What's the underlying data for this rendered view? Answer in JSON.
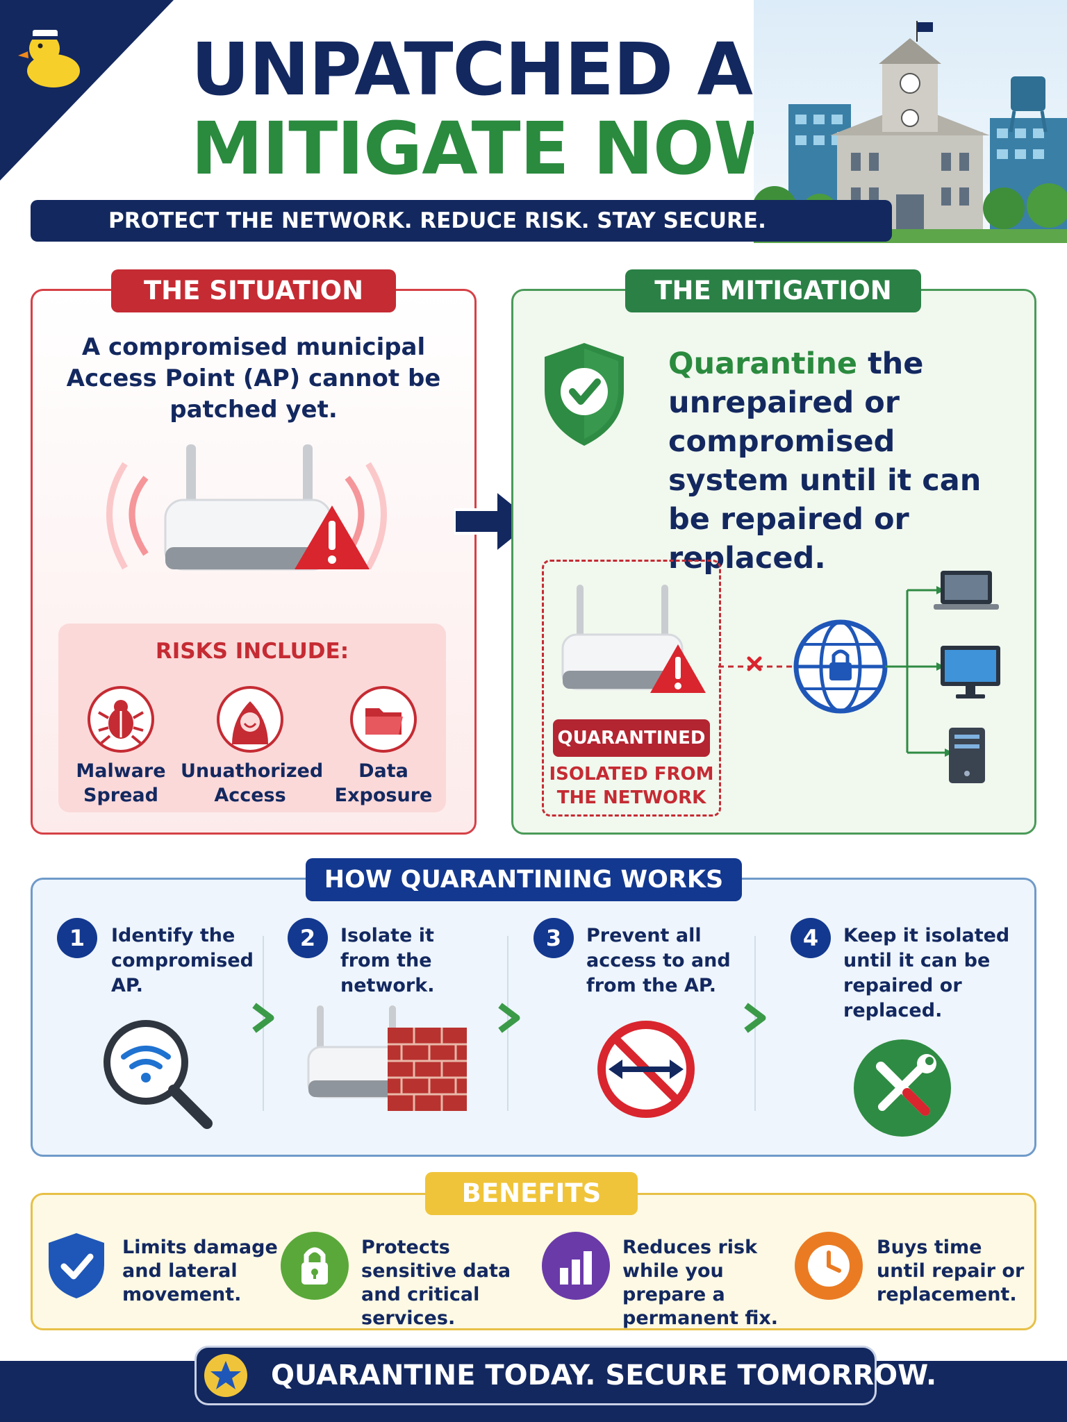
{
  "header": {
    "title_line1": "UNPATCHED AP?",
    "title_line2": "MITIGATE NOW!",
    "tagline": "PROTECT THE NETWORK. REDUCE RISK. STAY SECURE."
  },
  "situation": {
    "label": "THE SITUATION",
    "text": "A compromised municipal Access Point (AP) cannot be patched yet.",
    "risks_title": "RISKS INCLUDE:",
    "risks": [
      {
        "label": "Malware Spread",
        "icon": "bug-icon"
      },
      {
        "label": "Unuathorized Access",
        "icon": "hacker-icon"
      },
      {
        "label": "Data Exposure",
        "icon": "folder-icon"
      }
    ]
  },
  "mitigation": {
    "label": "THE MITIGATION",
    "highlight": "Quarantine",
    "text": " the unrepaired or compromised system until it can be repaired or replaced.",
    "quarantined_badge": "QUARANTINED",
    "isolated_text": "ISOLATED FROM THE NETWORK"
  },
  "how": {
    "label": "HOW QUARANTINING WORKS",
    "steps": [
      {
        "num": "1",
        "text": "Identify the compromised AP.",
        "icon": "search-wifi-icon"
      },
      {
        "num": "2",
        "text": "Isolate it from the network.",
        "icon": "firewall-icon"
      },
      {
        "num": "3",
        "text": "Prevent all access to and from the AP.",
        "icon": "no-access-icon"
      },
      {
        "num": "4",
        "text": "Keep it isolated until it can be repaired or replaced.",
        "icon": "tools-icon"
      }
    ]
  },
  "benefits": {
    "label": "BENEFITS",
    "items": [
      {
        "text": "Limits damage and lateral movement.",
        "icon": "shield-check-icon",
        "color": "#1f57b8"
      },
      {
        "text": "Protects sensitive data and critical services.",
        "icon": "lock-icon",
        "color": "#5aa83a"
      },
      {
        "text": "Reduces risk while you prepare a permanent fix.",
        "icon": "bar-chart-icon",
        "color": "#6a3aa8"
      },
      {
        "text": "Buys time until repair or replacement.",
        "icon": "clock-icon",
        "color": "#ea7b23"
      }
    ]
  },
  "footer": {
    "text": "QUARANTINE TODAY. SECURE TOMORROW."
  },
  "colors": {
    "navy": "#13285f",
    "green": "#2a8a3e",
    "red": "#c52b33",
    "yellow": "#f0c43a"
  }
}
